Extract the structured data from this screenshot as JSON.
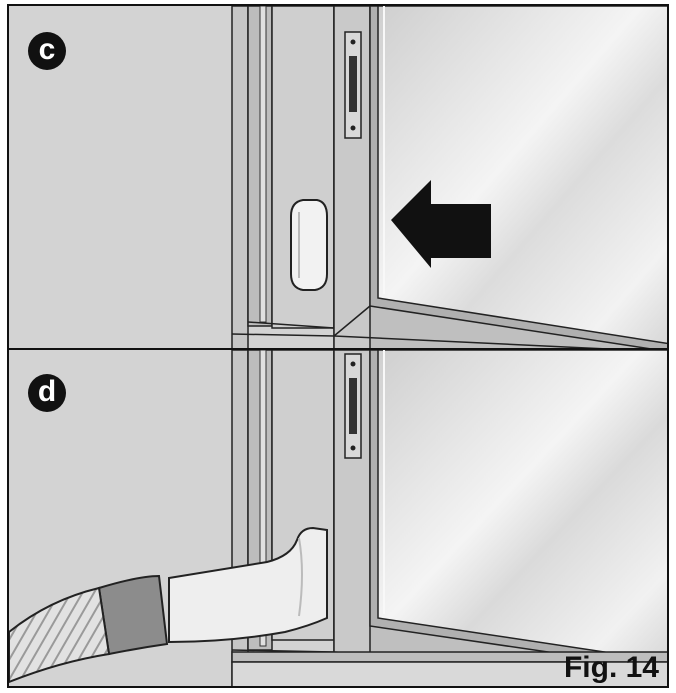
{
  "steps": {
    "c": {
      "label": "c"
    },
    "d": {
      "label": "d"
    }
  },
  "figure": {
    "caption": "Fig. 14"
  },
  "colors": {
    "wall": "#d2d2d2",
    "frame": "#bcbcbc",
    "outline": "#111111",
    "glass": "#e6e6e6",
    "arrow": "#111111",
    "hose": "#e4e4e4",
    "hose_band": "#8a8a8a"
  },
  "icons": {
    "arrow": "left-arrow-icon",
    "handle": "door-handle-icon",
    "latch": "latch-plate-icon"
  }
}
